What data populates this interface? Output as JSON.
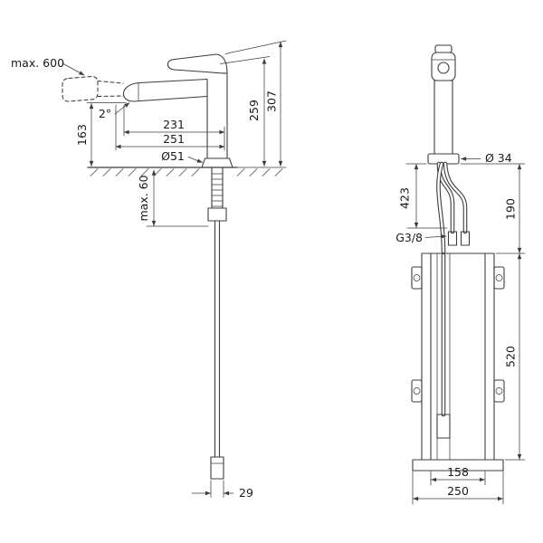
{
  "drawing": {
    "background": "#ffffff",
    "line_color": "#3c3c3c",
    "text_color": "#1a1a1a",
    "side_view": {
      "max_reach": "max. 600",
      "spout_height": "163",
      "spout_angle": "2°",
      "reach_231": "231",
      "reach_251": "251",
      "base_diameter": "Ø51",
      "height_259": "259",
      "height_307": "307",
      "max_deck_thickness": "max. 60",
      "hose_width": "29"
    },
    "front_view": {
      "base_diameter": "Ø 34",
      "hose_length": "423",
      "connection_thread": "G3/8",
      "depth_190": "190",
      "box_height": "520",
      "box_inner_width": "158",
      "box_outer_width": "250"
    }
  }
}
